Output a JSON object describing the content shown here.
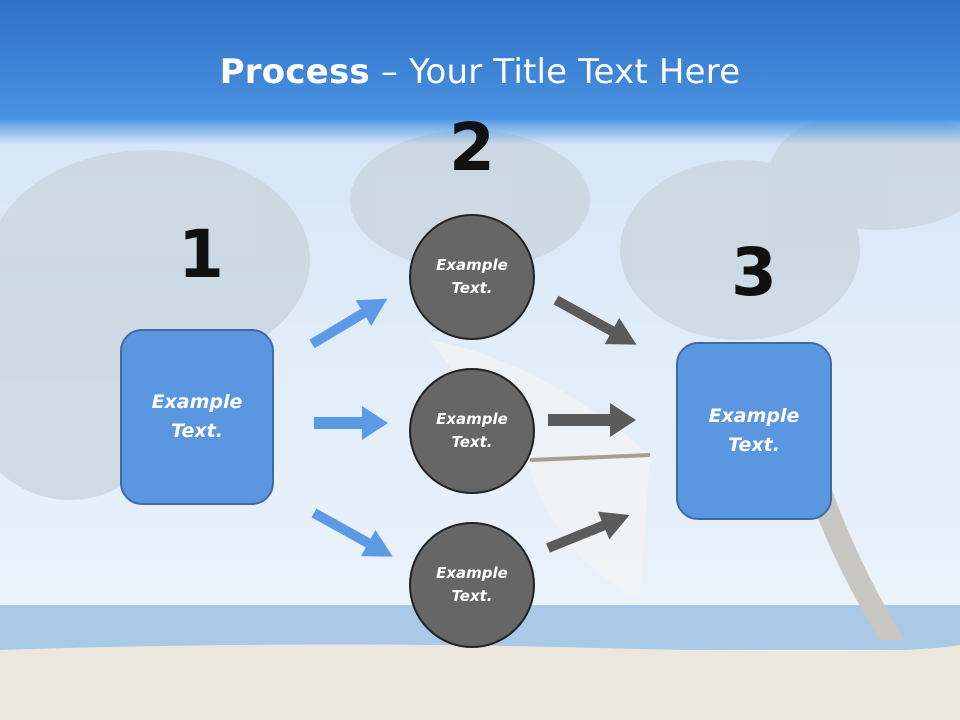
{
  "slide": {
    "title_bold": "Process",
    "title_rest": " – Your Title Text Here",
    "step_numbers": [
      "1",
      "2",
      "3"
    ],
    "left_box_text": [
      "Example",
      "Text."
    ],
    "right_box_text": [
      "Example",
      "Text."
    ],
    "circles": [
      {
        "line1": "Example",
        "line2": "Text."
      },
      {
        "line1": "Example",
        "line2": "Text."
      },
      {
        "line1": "Example",
        "line2": "Text."
      }
    ]
  },
  "colors": {
    "header_blue": "#3f86d8",
    "box_blue": "#5a97e0",
    "circle_gray": "#666666",
    "arrow_blue": "#5d9ae6",
    "arrow_gray": "#5b5b5b"
  }
}
